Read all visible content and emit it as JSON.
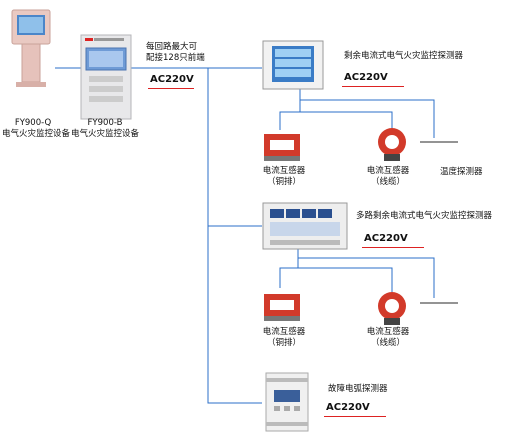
{
  "host": {
    "q_model": "FY900-Q",
    "q_name": "电气火灾监控设备",
    "b_model": "FY900-B",
    "b_name": "电气火灾监控设备",
    "note_line1": "每回路最大可",
    "note_line2": "配接128只前端",
    "ac": "AC220V"
  },
  "detector1": {
    "title": "剩余电流式电气火灾监控探测器",
    "ac": "AC220V"
  },
  "row1": {
    "ct_copper_line1": "电流互感器",
    "ct_copper_line2": "（铜排）",
    "ct_cable_line1": "电流互感器",
    "ct_cable_line2": "（线缆）",
    "temp": "温度探测器"
  },
  "detector2": {
    "title": "多路剩余电流式电气火灾监控探测器",
    "ac": "AC220V"
  },
  "row2": {
    "ct_copper_line1": "电流互感器",
    "ct_copper_line2": "（铜排）",
    "ct_cable_line1": "电流互感器",
    "ct_cable_line2": "（线缆）"
  },
  "detector3": {
    "title": "故障电弧探测器",
    "ac": "AC220V"
  },
  "colors": {
    "wire": "#2b6fc8",
    "accent_red": "#d22222",
    "panel_blue": "#7fa7d9"
  }
}
